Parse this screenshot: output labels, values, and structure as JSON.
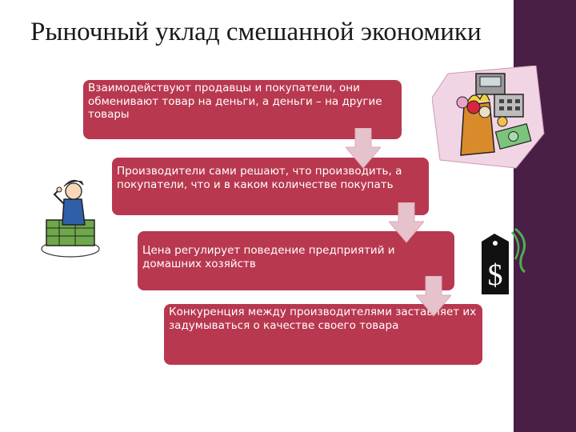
{
  "slide": {
    "title": "Рыночный уклад смешанной экономики",
    "accent_color": "#b8384f",
    "sidebar_color": "#4a1f45",
    "steps": [
      {
        "text": "Взаимодействуют продавцы и покупатели, они обменивают товар на деньги, а деньги – на другие товары"
      },
      {
        "text": "Производители сами решают, что производить, а покупатели, что и в каком количестве покупать"
      },
      {
        "text": "Цена регулирует поведение предприятий и домашних хозяйств"
      },
      {
        "text": "Конкуренция между производителями заставляет их задумываться о качестве своего товара"
      }
    ],
    "clipart": [
      "shopping-clipart",
      "businessman-clipart",
      "dollar-tag-clipart"
    ]
  }
}
